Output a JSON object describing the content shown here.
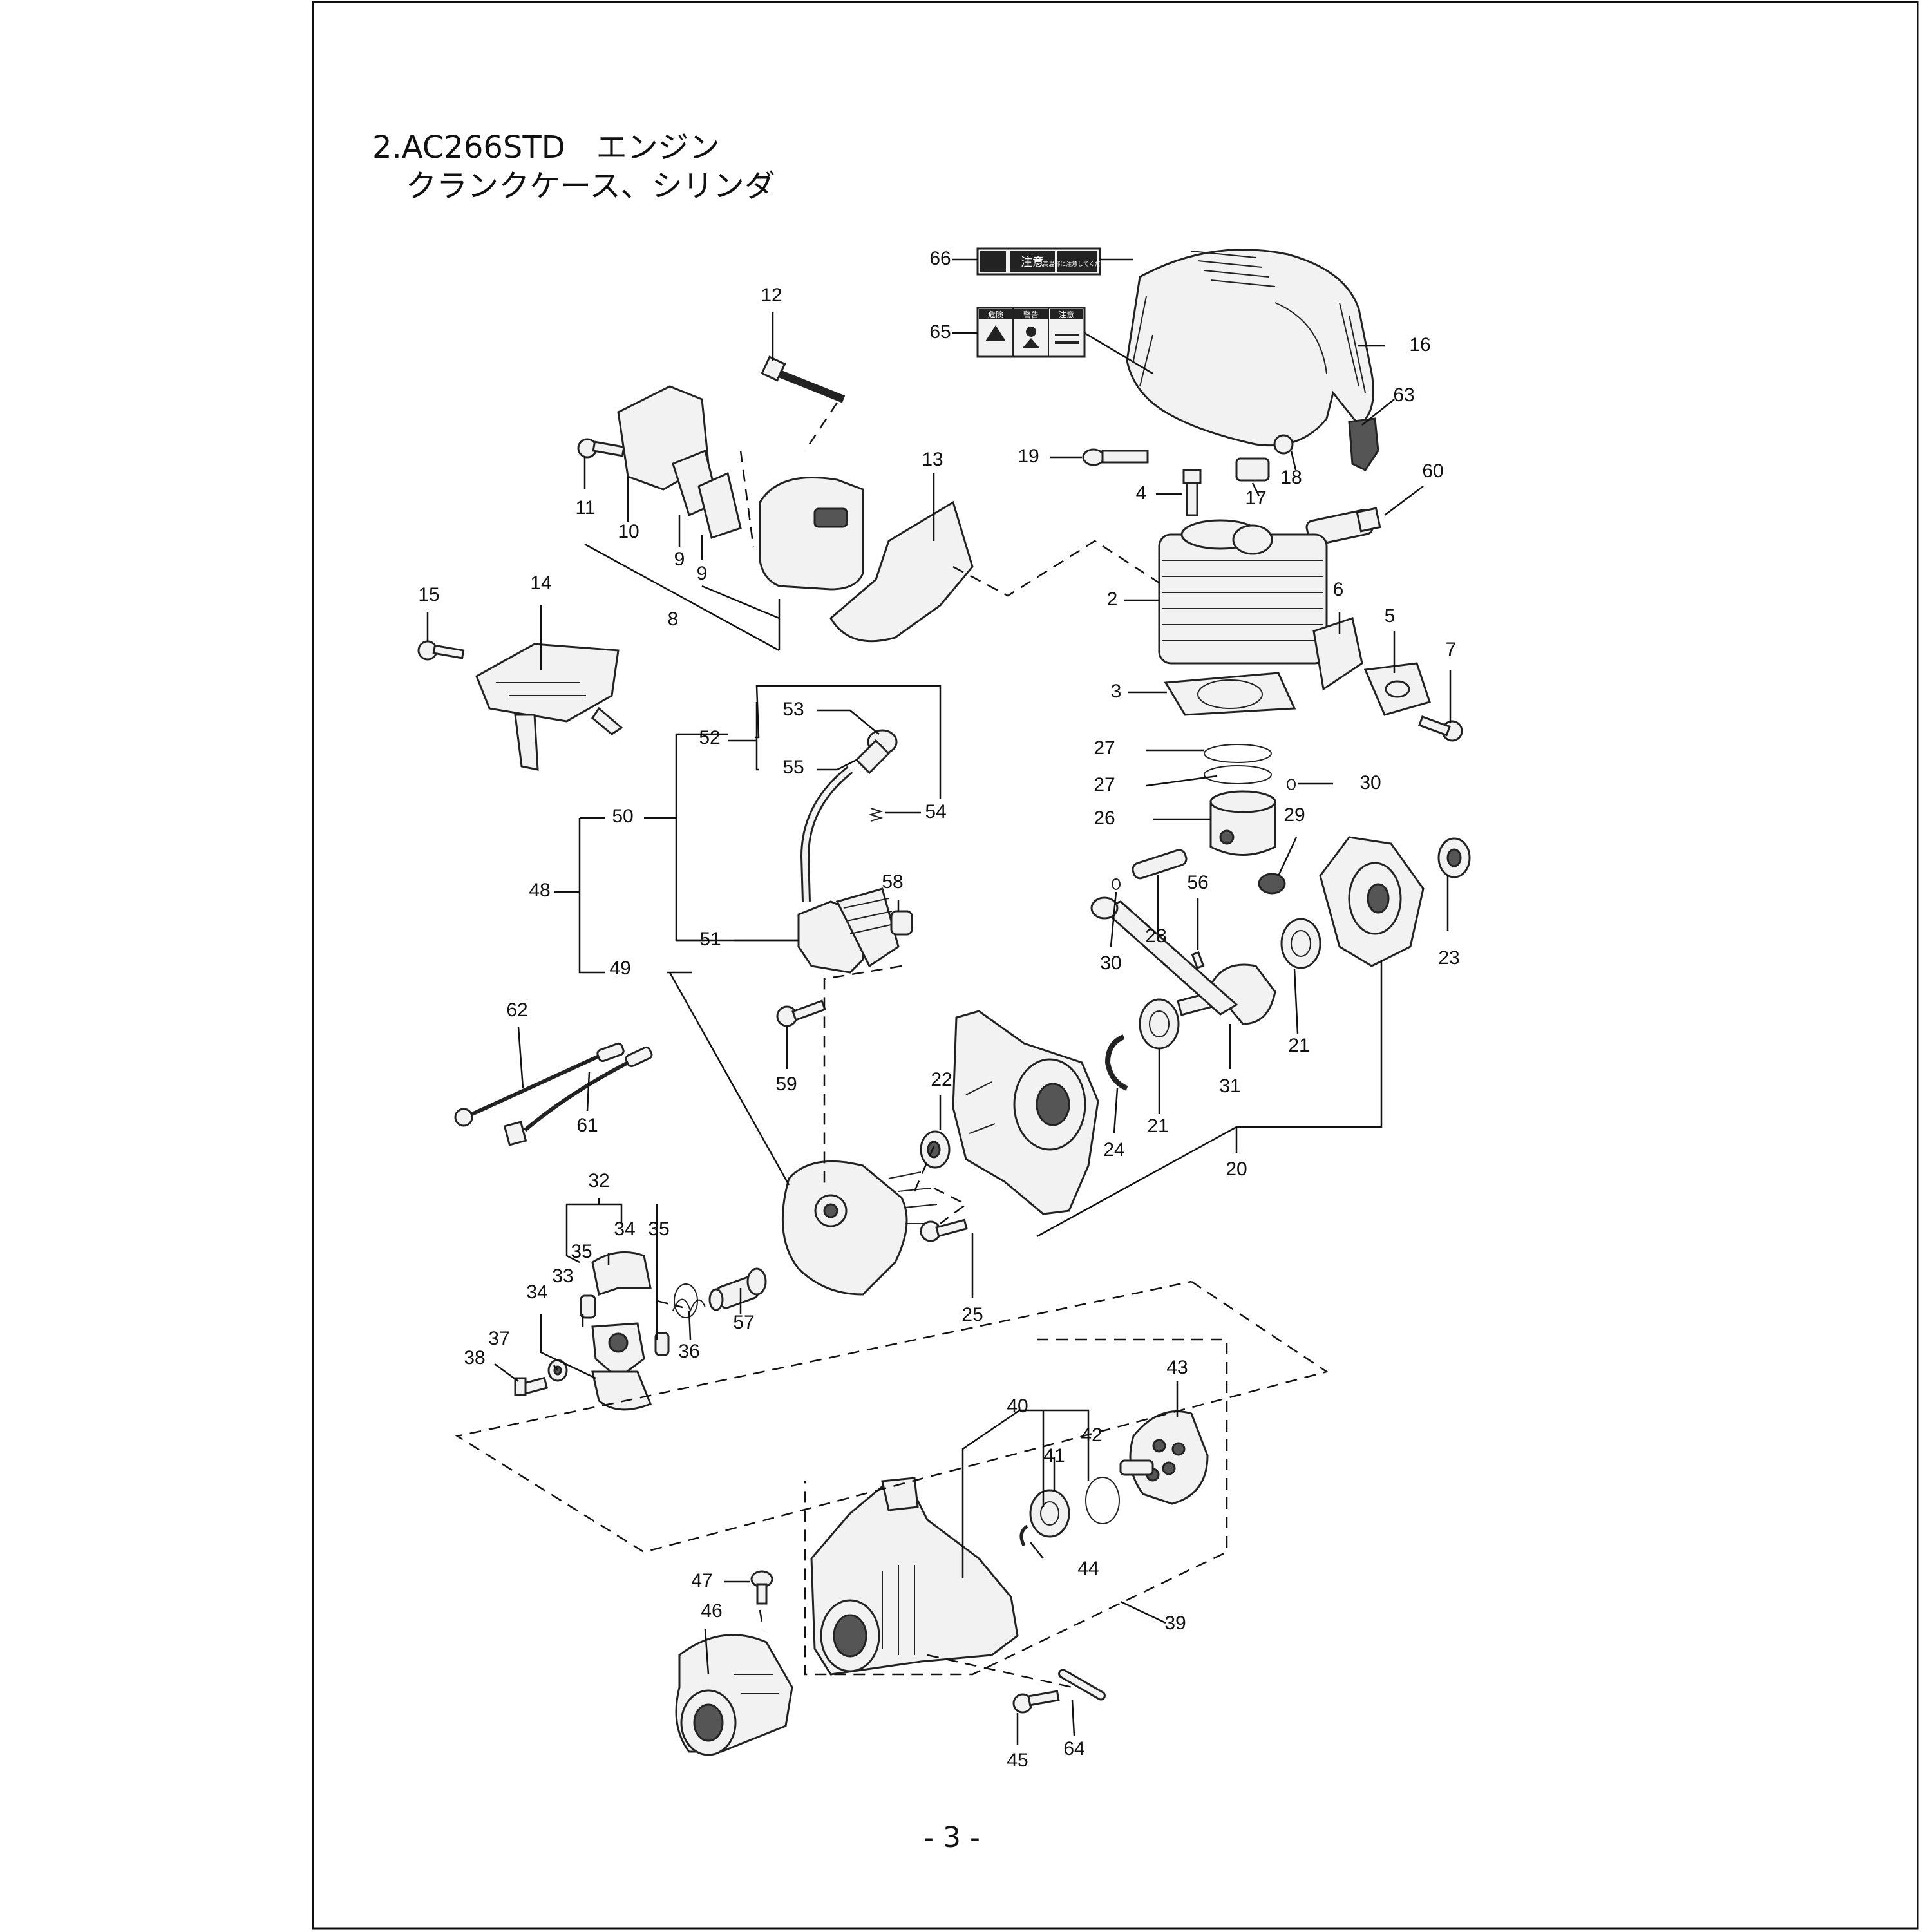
{
  "title": {
    "line1": "2.AC266STD　エンジン",
    "line2": "クランクケース、シリンダ"
  },
  "page_number": "- 3 -",
  "callouts": [
    {
      "id": "66",
      "label": "66"
    },
    {
      "id": "65",
      "label": "65"
    },
    {
      "id": "16",
      "label": "16"
    },
    {
      "id": "63",
      "label": "63"
    },
    {
      "id": "19",
      "label": "19"
    },
    {
      "id": "18",
      "label": "18"
    },
    {
      "id": "17",
      "label": "17"
    },
    {
      "id": "60",
      "label": "60"
    },
    {
      "id": "4",
      "label": "4"
    },
    {
      "id": "12",
      "label": "12"
    },
    {
      "id": "13",
      "label": "13"
    },
    {
      "id": "11",
      "label": "11"
    },
    {
      "id": "10",
      "label": "10"
    },
    {
      "id": "9a",
      "label": "9"
    },
    {
      "id": "9b",
      "label": "9"
    },
    {
      "id": "8",
      "label": "8"
    },
    {
      "id": "2",
      "label": "2"
    },
    {
      "id": "6",
      "label": "6"
    },
    {
      "id": "5",
      "label": "5"
    },
    {
      "id": "7",
      "label": "7"
    },
    {
      "id": "3",
      "label": "3"
    },
    {
      "id": "15",
      "label": "15"
    },
    {
      "id": "14",
      "label": "14"
    },
    {
      "id": "53",
      "label": "53"
    },
    {
      "id": "52",
      "label": "52"
    },
    {
      "id": "55",
      "label": "55"
    },
    {
      "id": "54",
      "label": "54"
    },
    {
      "id": "50",
      "label": "50"
    },
    {
      "id": "48",
      "label": "48"
    },
    {
      "id": "51",
      "label": "51"
    },
    {
      "id": "58",
      "label": "58"
    },
    {
      "id": "49",
      "label": "49"
    },
    {
      "id": "59",
      "label": "59"
    },
    {
      "id": "27a",
      "label": "27"
    },
    {
      "id": "27b",
      "label": "27"
    },
    {
      "id": "30a",
      "label": "30"
    },
    {
      "id": "26",
      "label": "26"
    },
    {
      "id": "29",
      "label": "29"
    },
    {
      "id": "56",
      "label": "56"
    },
    {
      "id": "28",
      "label": "28"
    },
    {
      "id": "30b",
      "label": "30"
    },
    {
      "id": "23",
      "label": "23"
    },
    {
      "id": "21a",
      "label": "21"
    },
    {
      "id": "31",
      "label": "31"
    },
    {
      "id": "21b",
      "label": "21"
    },
    {
      "id": "24",
      "label": "24"
    },
    {
      "id": "22",
      "label": "22"
    },
    {
      "id": "20",
      "label": "20"
    },
    {
      "id": "62",
      "label": "62"
    },
    {
      "id": "61",
      "label": "61"
    },
    {
      "id": "32",
      "label": "32"
    },
    {
      "id": "34a",
      "label": "34"
    },
    {
      "id": "35a",
      "label": "35"
    },
    {
      "id": "35b",
      "label": "35"
    },
    {
      "id": "33",
      "label": "33"
    },
    {
      "id": "34b",
      "label": "34"
    },
    {
      "id": "57",
      "label": "57"
    },
    {
      "id": "25",
      "label": "25"
    },
    {
      "id": "36",
      "label": "36"
    },
    {
      "id": "37",
      "label": "37"
    },
    {
      "id": "38",
      "label": "38"
    },
    {
      "id": "43",
      "label": "43"
    },
    {
      "id": "40",
      "label": "40"
    },
    {
      "id": "42",
      "label": "42"
    },
    {
      "id": "41",
      "label": "41"
    },
    {
      "id": "44",
      "label": "44"
    },
    {
      "id": "47",
      "label": "47"
    },
    {
      "id": "39",
      "label": "39"
    },
    {
      "id": "46",
      "label": "46"
    },
    {
      "id": "45",
      "label": "45"
    },
    {
      "id": "64",
      "label": "64"
    }
  ],
  "labels": {
    "sticker_66": [
      "注意",
      "高温部に注意してください"
    ],
    "sticker_65": [
      "危険",
      "警告",
      "注意"
    ]
  }
}
